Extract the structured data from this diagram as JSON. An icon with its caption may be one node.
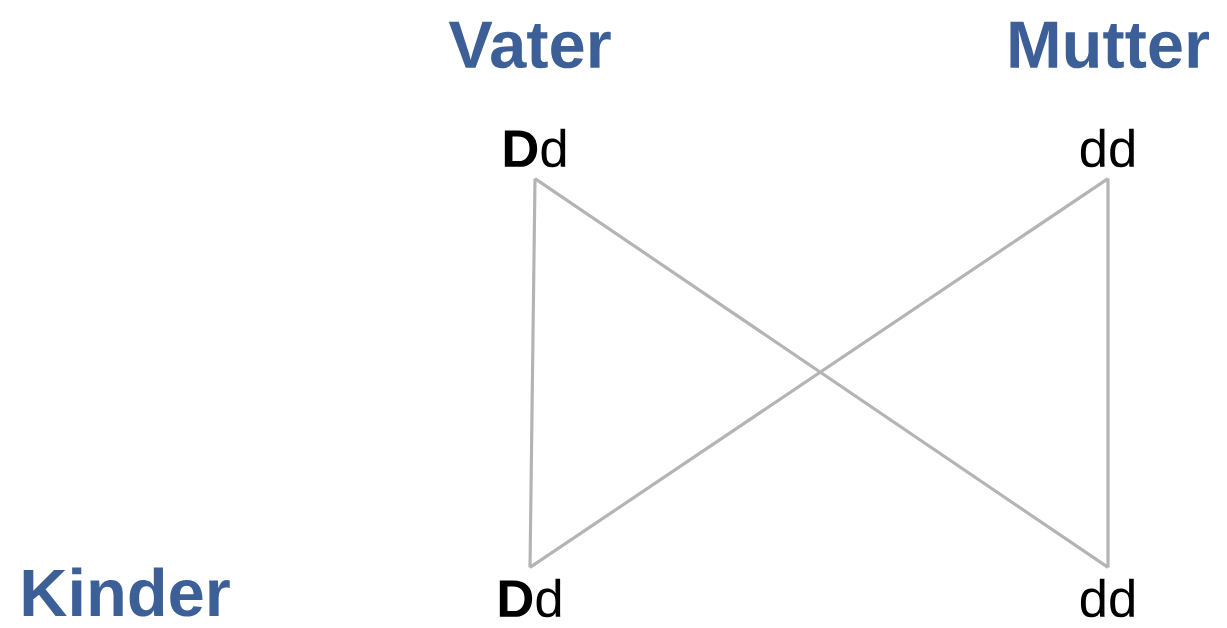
{
  "diagram": {
    "nodes": [
      {
        "text": [
          "**D**d"
        ]
      },
      {
        "text": [
          "dd"
        ]
      },
      {
        "text": [
          "**D**d"
        ]
      },
      {
        "text": [
          "dd"
        ]
      }
    ],
    "edges": [
      {
        "from": 0,
        "to": 2,
        "arrow": "none"
      },
      {
        "from": 0,
        "to": 3,
        "arrow": "none"
      },
      {
        "from": 1,
        "to": 2,
        "arrow": "none"
      },
      {
        "from": 1,
        "to": 3,
        "arrow": "none"
      }
    ],
    "labels": [
      "Vater",
      "Mutter",
      "Kinder"
    ]
  }
}
